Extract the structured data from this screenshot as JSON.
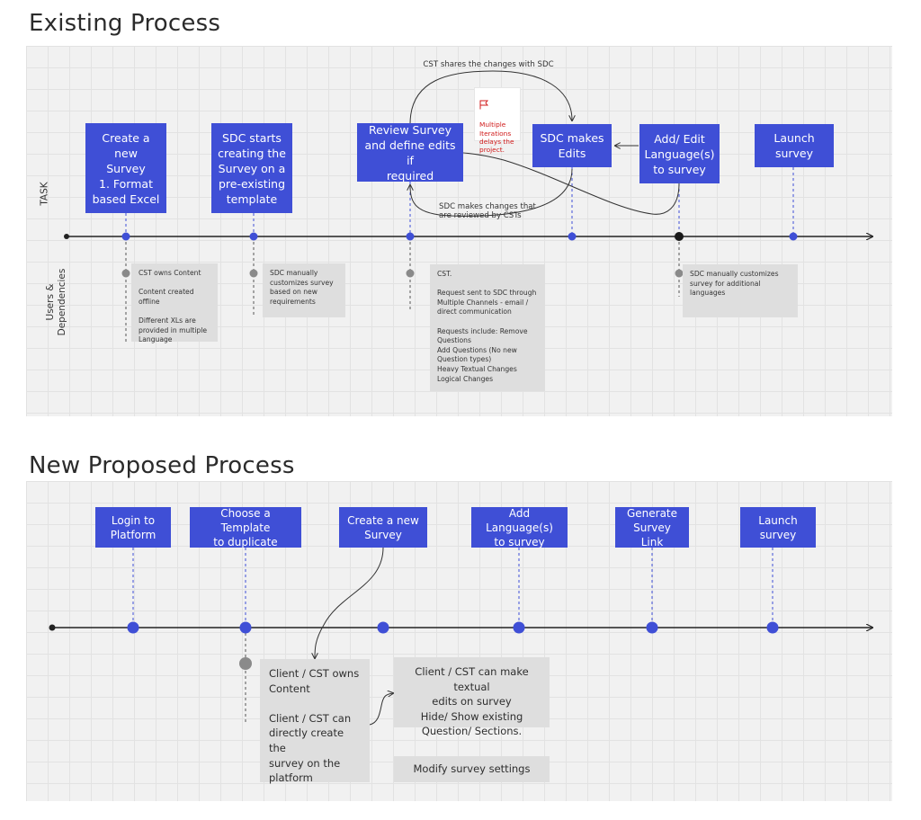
{
  "existing": {
    "heading": "Existing Process",
    "row_labels": {
      "task": "TASK",
      "users": "Users &\nDependencies"
    },
    "tasks": [
      "Create a new\nSurvey\n1. Format\nbased Excel",
      "SDC starts\ncreating the\nSurvey on a\npre-existing\ntemplate",
      "Review Survey\nand define edits if\nrequired",
      "SDC makes\nEdits",
      "Add/ Edit\nLanguage(s)\nto survey",
      "Launch\nsurvey"
    ],
    "notes": [
      "CST owns Content\n\nContent created offline\n\nDifferent XLs are\nprovided in multiple\nLanguage",
      "SDC manually\ncustomizes survey\nbased on new\nrequirements",
      "CST.\n\nRequest sent to SDC through\nMultiple Channels - email /\ndirect communication\n\nRequests include: Remove\nQuestions\nAdd Questions (No new\nQuestion types)\nHeavy Textual Changes\nLogical Changes",
      "SDC manually customizes\nsurvey for additional\nlanguages"
    ],
    "loop_labels": {
      "top": "CST shares the changes with SDC",
      "bottom": "SDC makes changes that\nare reviewed by CSTs"
    },
    "warning": "Multiple\nIterations\ndelays the\nproject."
  },
  "proposed": {
    "heading": "New Proposed Process",
    "tasks": [
      "Login to\nPlatform",
      "Choose a Template\nto duplicate",
      "Create a new\nSurvey",
      "Add Language(s)\nto survey",
      "Generate\nSurvey Link",
      "Launch\nsurvey"
    ],
    "notes": [
      "Client / CST owns\nContent\n\nClient / CST can\ndirectly create the\nsurvey on the\nplatform",
      "Client / CST can make textual\nedits on survey\nHide/ Show existing\nQuestion/ Sections.",
      "Modify survey settings"
    ]
  },
  "colors": {
    "task": "#3f4fd6",
    "dot": "#3f4fd6",
    "note": "#dedede",
    "grey_dot": "#8a8a8a",
    "warning_text": "#d01a1a"
  }
}
